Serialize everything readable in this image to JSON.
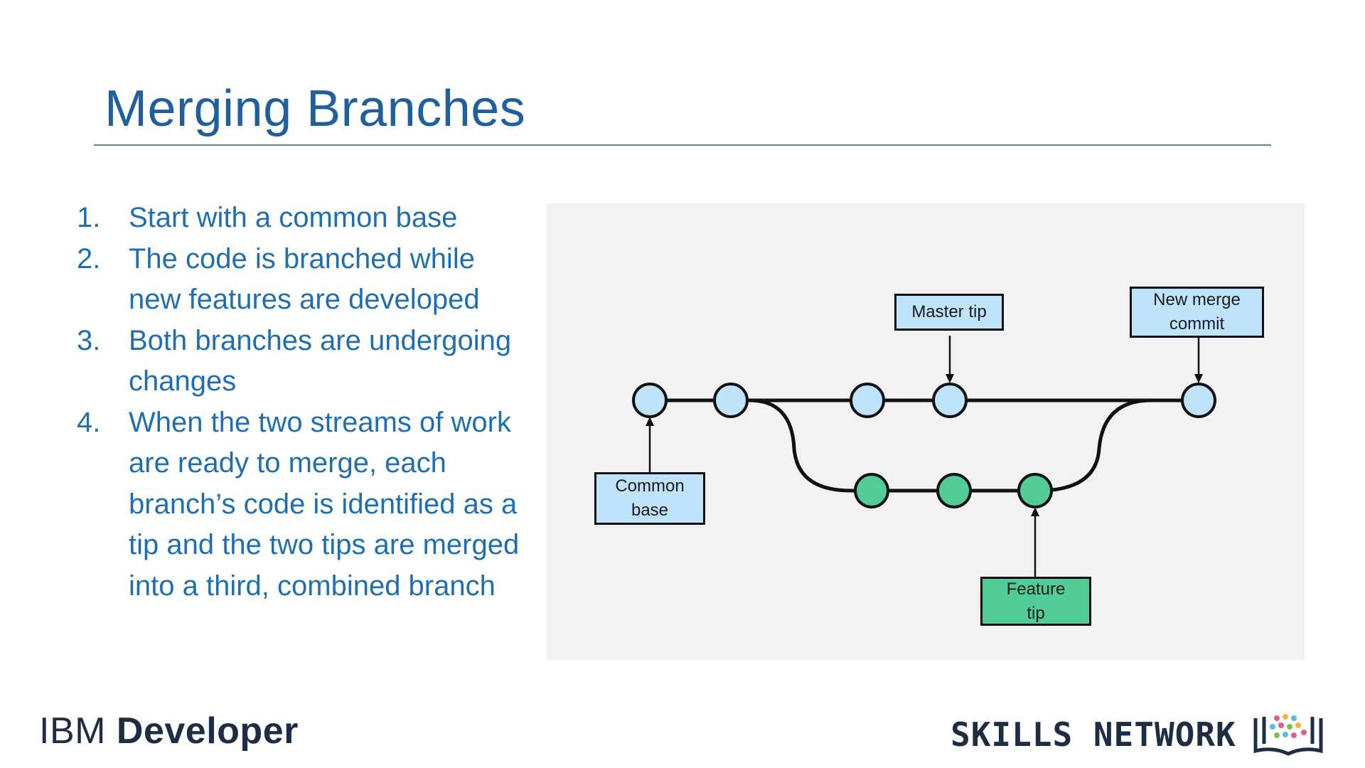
{
  "slide": {
    "title": "Merging Branches",
    "steps": [
      {
        "num": "1.",
        "text": "Start with a common base"
      },
      {
        "num": "2.",
        "text": "The code is branched while new features are developed"
      },
      {
        "num": "3.",
        "text": "Both branches are undergoing changes"
      },
      {
        "num": "4.",
        "text": "When the two streams of work are ready to merge, each branch’s code is identified as a tip and the two tips are merged into a third, combined branch"
      }
    ]
  },
  "diagram": {
    "labels": {
      "master_tip": "Master tip",
      "new_merge_commit": "New merge commit",
      "common_base": "Common base",
      "feature_tip": "Feature tip"
    },
    "colors": {
      "master_commit": "#bfe3fb",
      "feature_commit": "#52cc96",
      "line": "#111111"
    },
    "master_commits": 5,
    "feature_commits": 3
  },
  "footer": {
    "brand_light": "IBM ",
    "brand_bold": "Developer",
    "right_brand": "SKILLS NETWORK",
    "right_logo_icon": "open-book-icon"
  }
}
